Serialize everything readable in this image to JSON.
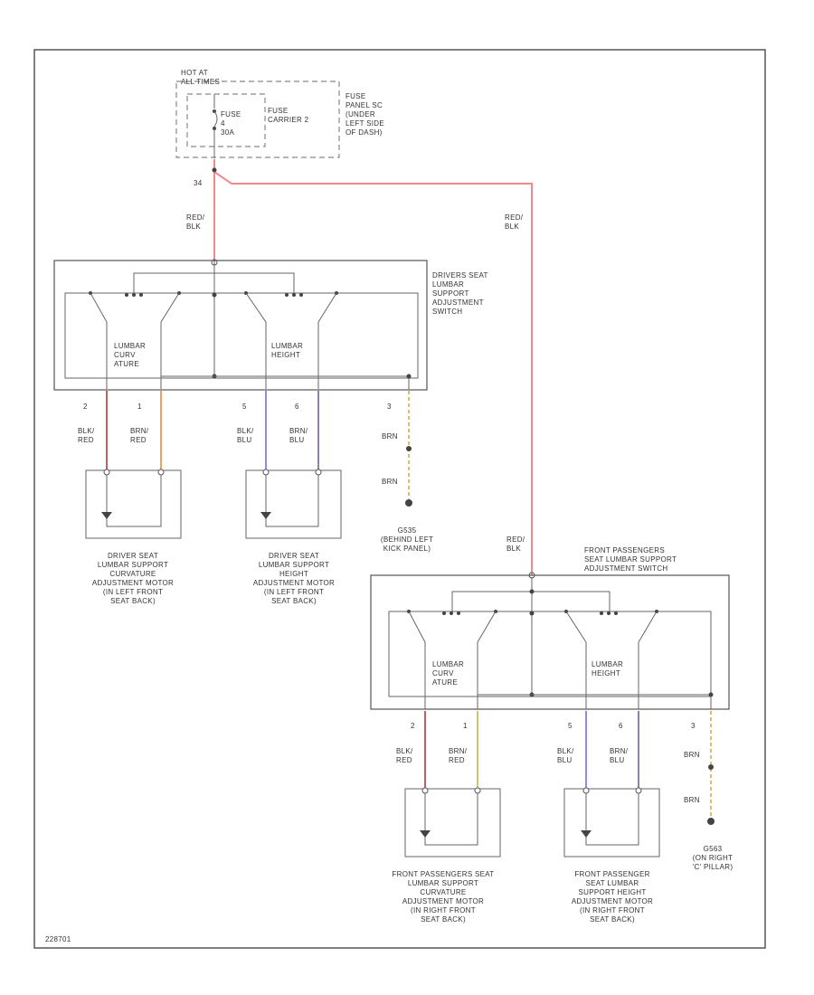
{
  "fuse": {
    "hot_at": "HOT AT\nALL TIMES",
    "fuse_label": "FUSE\n4\n30A",
    "carrier": "FUSE\nCARRIER 2",
    "panel": "FUSE\nPANEL SC\n(UNDER\nLEFT SIDE\nOF DASH)",
    "pin": "34"
  },
  "wires": {
    "feed_left": "RED/\nBLK",
    "feed_right": "RED/\nBLK",
    "feed_pass": "RED/\nBLK",
    "d_curv_a": "BLK/\nRED",
    "d_curv_b": "BRN/\nRED",
    "d_height_a": "BLK/\nBLU",
    "d_height_b": "BRN/\nBLU",
    "d_gnd_a": "BRN",
    "d_gnd_b": "BRN",
    "p_curv_a": "BLK/\nRED",
    "p_curv_b": "BRN/\nRED",
    "p_height_a": "BLK/\nBLU",
    "p_height_b": "BRN/\nBLU",
    "p_gnd_a": "BRN",
    "p_gnd_b": "BRN"
  },
  "driver_switch": {
    "name": "DRIVERS SEAT\nLUMBAR\nSUPPORT\nADJUSTMENT\nSWITCH",
    "curvature": "LUMBAR\nCURV\nATURE",
    "height": "LUMBAR\nHEIGHT",
    "pins": [
      "2",
      "1",
      "5",
      "6",
      "3"
    ]
  },
  "pass_switch": {
    "name": "FRONT PASSENGERS\nSEAT LUMBAR SUPPORT\nADJUSTMENT SWITCH",
    "curvature": "LUMBAR\nCURV\nATURE",
    "height": "LUMBAR\nHEIGHT",
    "pins": [
      "2",
      "1",
      "5",
      "6",
      "3"
    ]
  },
  "motors": {
    "d_curv": "DRIVER SEAT\nLUMBAR SUPPORT\nCURVATURE\nADJUSTMENT MOTOR\n(IN LEFT FRONT\nSEAT BACK)",
    "d_height": "DRIVER SEAT\nLUMBAR SUPPORT\nHEIGHT\nADJUSTMENT MOTOR\n(IN LEFT FRONT\nSEAT BACK)",
    "p_curv": "FRONT PASSENGERS SEAT\nLUMBAR SUPPORT\nCURVATURE\nADJUSTMENT MOTOR\n(IN RIGHT FRONT\nSEAT BACK)",
    "p_height": "FRONT PASSENGER\nSEAT LUMBAR\nSUPPORT HEIGHT\nADJUSTMENT MOTOR\n(IN RIGHT FRONT\nSEAT BACK)"
  },
  "grounds": {
    "g1": "G535\n(BEHIND LEFT\nKICK PANEL)",
    "g2": "G563\n(ON RIGHT\n'C' PILLAR)"
  },
  "footer": {
    "code": "228701"
  },
  "colors": {
    "red_blk": "#f08a8a",
    "brn_red": "#f0a060",
    "blk_red": "#c06060",
    "blk_blu": "#8c8cf0",
    "brn_blu": "#9080b0",
    "brn": "#d8c070"
  }
}
